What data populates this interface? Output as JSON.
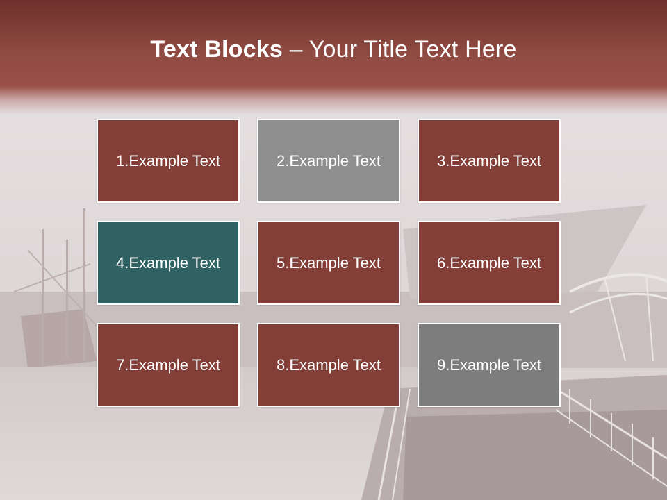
{
  "slide": {
    "title_bold": "Text Blocks",
    "title_dash": "–",
    "title_rest": "Your Title Text Here"
  },
  "tiles": [
    {
      "label": "1.Example Text",
      "color": "#833f37"
    },
    {
      "label": "2.Example Text",
      "color": "#8e8e8e"
    },
    {
      "label": "3.Example Text",
      "color": "#833f37"
    },
    {
      "label": "4.Example Text",
      "color": "#306264"
    },
    {
      "label": "5.Example Text",
      "color": "#833f37"
    },
    {
      "label": "6.Example Text",
      "color": "#833f37"
    },
    {
      "label": "7.Example Text",
      "color": "#833f37"
    },
    {
      "label": "8.Example Text",
      "color": "#833f37"
    },
    {
      "label": "9.Example Text",
      "color": "#7d7d7d"
    }
  ],
  "colors": {
    "banner_dark": "#6e302b",
    "banner_light": "#9a5048"
  }
}
